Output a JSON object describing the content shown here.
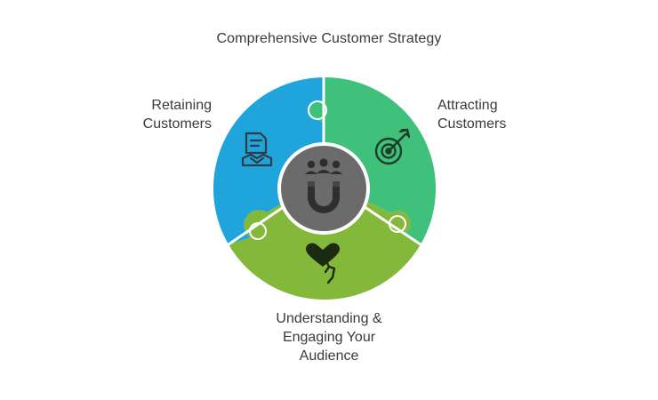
{
  "diagram": {
    "title": "Comprehensive Customer Strategy",
    "segments": {
      "retaining": {
        "line1": "Retaining",
        "line2": "Customers",
        "color": "#1fa5dc",
        "icon": "contract-handshake-icon"
      },
      "attracting": {
        "line1": "Attracting",
        "line2": "Customers",
        "color": "#3fc17c",
        "icon": "target-arrow-icon"
      },
      "understanding": {
        "line1": "Understanding &",
        "line2": "Engaging Your",
        "line3": "Audience",
        "color": "#83b83a",
        "icon": "heart-hand-icon"
      }
    },
    "center": {
      "color": "#6b6b6b",
      "icon": "people-magnet-icon"
    }
  }
}
